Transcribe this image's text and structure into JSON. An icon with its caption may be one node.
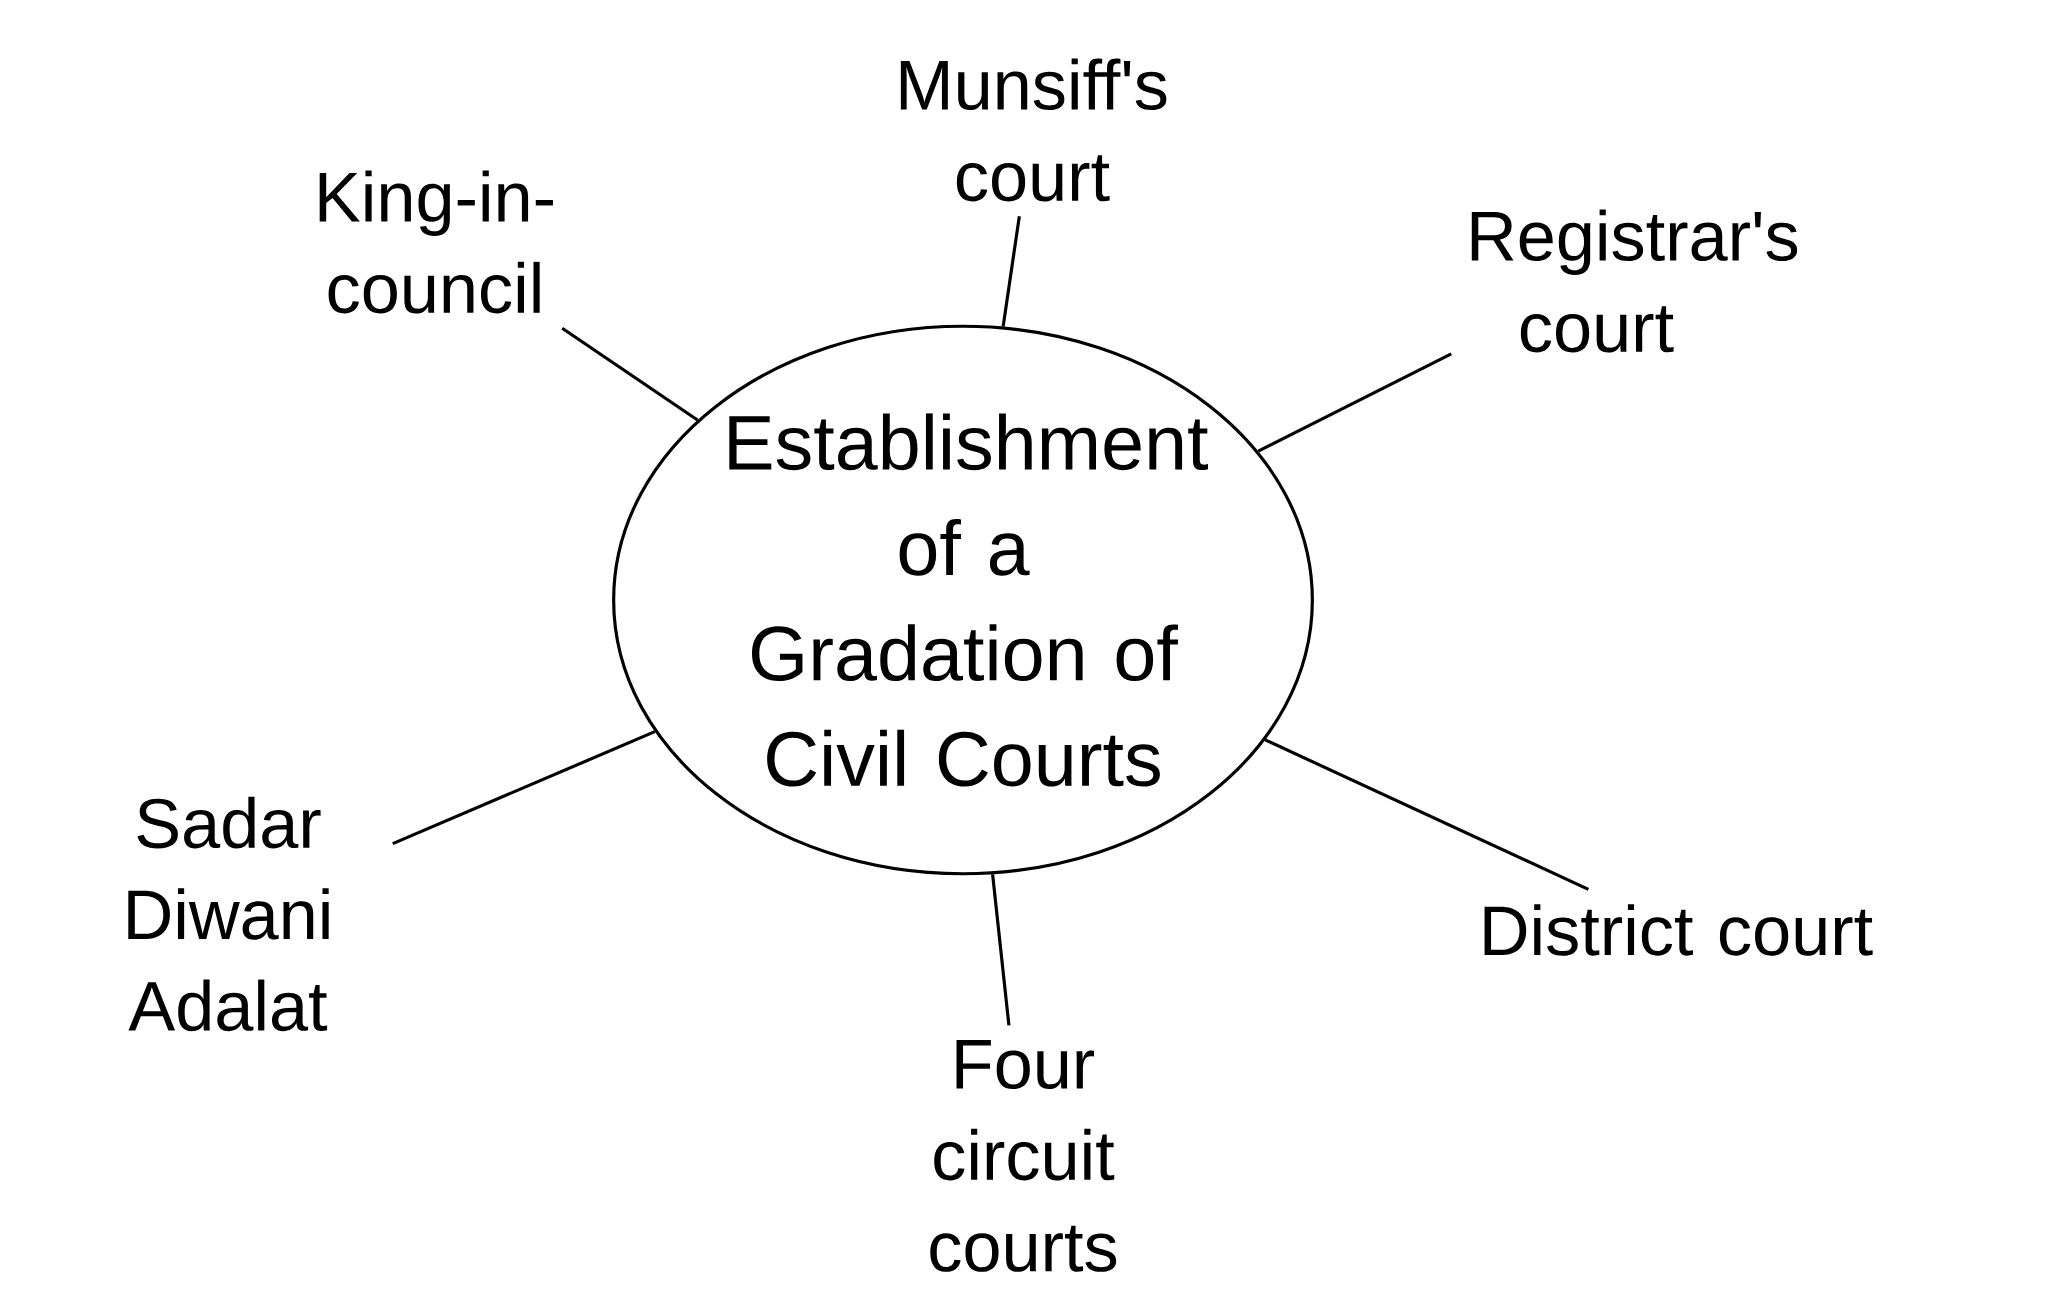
{
  "diagram": {
    "nodes": [
      {
        "text": [
          "Establishment of a Gradation of Civil Courts"
        ]
      },
      {
        "text": [
          "Munsiff's court"
        ]
      },
      {
        "text": [
          "King-in-council"
        ]
      },
      {
        "text": [
          "Registrar's court"
        ]
      },
      {
        "text": [
          "Sadar Diwani Adalat"
        ]
      },
      {
        "text": [
          "District court"
        ]
      },
      {
        "text": [
          "Four circuit courts"
        ]
      }
    ],
    "edges": [
      {
        "from": 1,
        "to": 0,
        "arrow": "none"
      },
      {
        "from": 2,
        "to": 0,
        "arrow": "none"
      },
      {
        "from": 3,
        "to": 0,
        "arrow": "none"
      },
      {
        "from": 4,
        "to": 0,
        "arrow": "none"
      },
      {
        "from": 5,
        "to": 0,
        "arrow": "none"
      },
      {
        "from": 6,
        "to": 0,
        "arrow": "none"
      }
    ]
  }
}
